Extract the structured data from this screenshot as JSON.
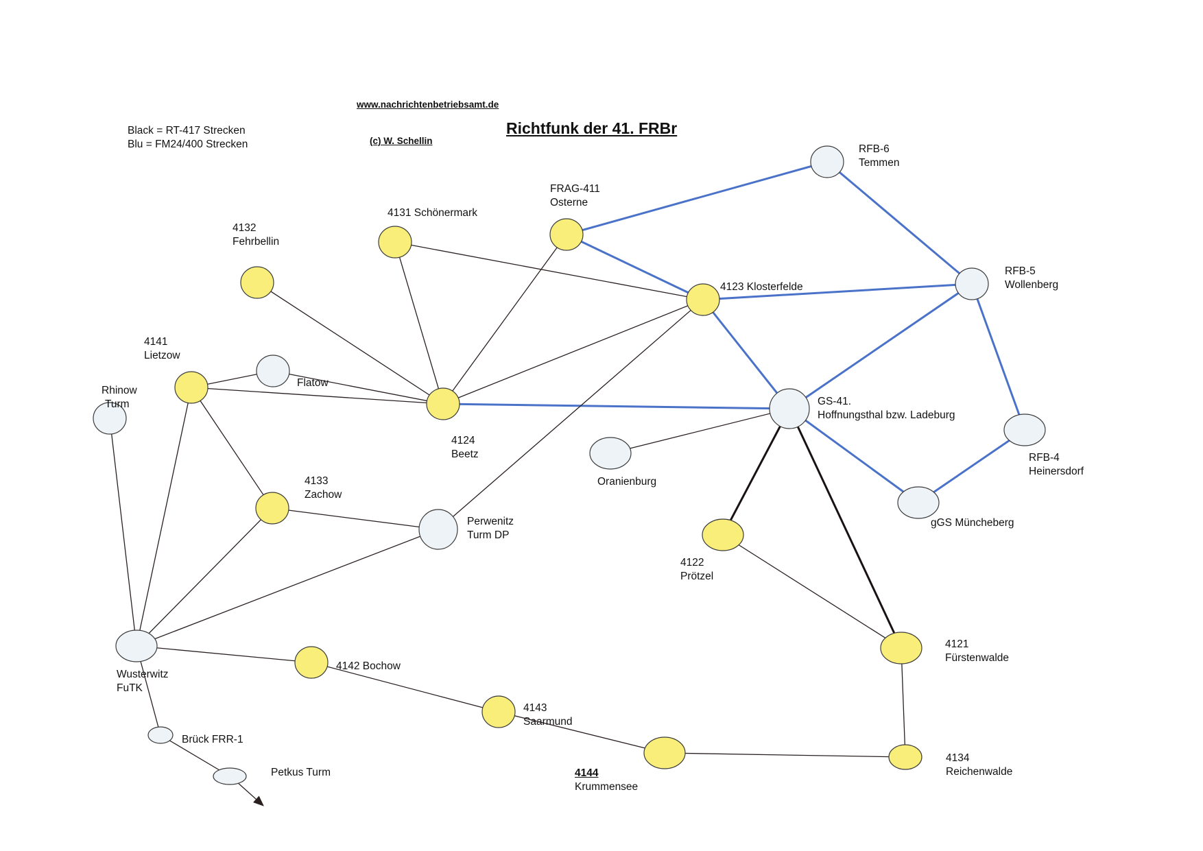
{
  "header": {
    "url": "www.nachrichtenbetriebsamt.de",
    "title": "Richtfunk der 41. FRBr",
    "copyright": "(c) W. Schellin"
  },
  "legend": {
    "line1": "Black = RT-417 Strecken",
    "line2": "Blu = FM24/400 Strecken"
  },
  "colors": {
    "yellow_node": "#f9ee7a",
    "white_node": "#eef3f8",
    "black_link": "#2a2020",
    "blue_link": "#4a72c8"
  },
  "nodes": [
    {
      "id": "rfb6",
      "type": "white",
      "label": [
        "RFB-6",
        "Temmen"
      ]
    },
    {
      "id": "frag411",
      "type": "yellow",
      "label": [
        "FRAG-411",
        "Osterne"
      ]
    },
    {
      "id": "n4131",
      "type": "yellow",
      "label": [
        "4131 Schönermark"
      ]
    },
    {
      "id": "n4132",
      "type": "yellow",
      "label": [
        "4132",
        "Fehrbellin"
      ]
    },
    {
      "id": "n4123",
      "type": "yellow",
      "label": [
        "4123 Klosterfelde"
      ]
    },
    {
      "id": "rfb5",
      "type": "white",
      "label": [
        "RFB-5",
        "Wollenberg"
      ]
    },
    {
      "id": "n4141",
      "type": "yellow",
      "label": [
        "4141",
        "Lietzow"
      ]
    },
    {
      "id": "flatow",
      "type": "white",
      "label": [
        "Flatow"
      ]
    },
    {
      "id": "rhinow",
      "type": "white",
      "label": [
        "Rhinow",
        "Turm"
      ]
    },
    {
      "id": "n4124",
      "type": "yellow",
      "label": [
        "4124",
        "Beetz"
      ]
    },
    {
      "id": "gs41",
      "type": "white",
      "label": [
        "GS-41.",
        "Hoffnungsthal bzw. Ladeburg"
      ]
    },
    {
      "id": "rfb4",
      "type": "white",
      "label": [
        "RFB-4",
        "Heinersdorf"
      ]
    },
    {
      "id": "oranienburg",
      "type": "white",
      "label": [
        "Oranienburg"
      ]
    },
    {
      "id": "muencheberg",
      "type": "white",
      "label": [
        "gGS Müncheberg"
      ]
    },
    {
      "id": "n4133",
      "type": "yellow",
      "label": [
        "4133",
        "Zachow"
      ]
    },
    {
      "id": "perwenitz",
      "type": "white",
      "label": [
        "Perwenitz",
        "Turm DP"
      ]
    },
    {
      "id": "n4122",
      "type": "yellow",
      "label": [
        "4122",
        "Prötzel"
      ]
    },
    {
      "id": "n4121",
      "type": "yellow",
      "label": [
        "4121",
        "Fürstenwalde"
      ]
    },
    {
      "id": "wusterwitz",
      "type": "white",
      "label": [
        "Wusterwitz",
        "FuTK"
      ]
    },
    {
      "id": "n4142",
      "type": "yellow",
      "label": [
        "4142 Bochow"
      ]
    },
    {
      "id": "n4143",
      "type": "yellow",
      "label": [
        "4143",
        "Saarmund"
      ]
    },
    {
      "id": "brueck",
      "type": "white",
      "label": [
        "Brück FRR-1"
      ]
    },
    {
      "id": "petkus",
      "type": "white",
      "label": [
        "Petkus Turm"
      ]
    },
    {
      "id": "n4144",
      "type": "yellow",
      "label": [
        "4144",
        "Krummensee"
      ]
    },
    {
      "id": "n4134",
      "type": "yellow",
      "label": [
        "4134",
        "Reichenwalde"
      ]
    }
  ],
  "edges": [
    {
      "from": "frag411",
      "to": "rfb6",
      "kind": "blue"
    },
    {
      "from": "rfb6",
      "to": "rfb5",
      "kind": "blue"
    },
    {
      "from": "frag411",
      "to": "n4123",
      "kind": "blue"
    },
    {
      "from": "n4123",
      "to": "rfb5",
      "kind": "blue"
    },
    {
      "from": "rfb5",
      "to": "gs41",
      "kind": "blue"
    },
    {
      "from": "rfb5",
      "to": "rfb4",
      "kind": "blue"
    },
    {
      "from": "n4123",
      "to": "gs41",
      "kind": "blue"
    },
    {
      "from": "n4124",
      "to": "gs41",
      "kind": "blue"
    },
    {
      "from": "gs41",
      "to": "muencheberg",
      "kind": "blue"
    },
    {
      "from": "muencheberg",
      "to": "rfb4",
      "kind": "blue"
    },
    {
      "from": "n4131",
      "to": "n4123",
      "kind": "black"
    },
    {
      "from": "n4131",
      "to": "n4124",
      "kind": "black"
    },
    {
      "from": "frag411",
      "to": "n4124",
      "kind": "black"
    },
    {
      "from": "n4132",
      "to": "n4124",
      "kind": "black"
    },
    {
      "from": "n4124",
      "to": "n4123",
      "kind": "black"
    },
    {
      "from": "n4123",
      "to": "perwenitz",
      "kind": "black"
    },
    {
      "from": "n4141",
      "to": "flatow",
      "kind": "black"
    },
    {
      "from": "flatow",
      "to": "n4124",
      "kind": "black"
    },
    {
      "from": "n4141",
      "to": "n4124",
      "kind": "black"
    },
    {
      "from": "n4141",
      "to": "n4133",
      "kind": "black"
    },
    {
      "from": "n4141",
      "to": "wusterwitz",
      "kind": "black"
    },
    {
      "from": "rhinow",
      "to": "wusterwitz",
      "kind": "black"
    },
    {
      "from": "n4133",
      "to": "perwenitz",
      "kind": "black"
    },
    {
      "from": "n4133",
      "to": "wusterwitz",
      "kind": "black"
    },
    {
      "from": "perwenitz",
      "to": "wusterwitz",
      "kind": "black"
    },
    {
      "from": "oranienburg",
      "to": "gs41",
      "kind": "black"
    },
    {
      "from": "gs41",
      "to": "n4122",
      "kind": "black-thick"
    },
    {
      "from": "gs41",
      "to": "n4121",
      "kind": "black-thick"
    },
    {
      "from": "n4122",
      "to": "n4121",
      "kind": "black"
    },
    {
      "from": "n4121",
      "to": "n4134",
      "kind": "black"
    },
    {
      "from": "wusterwitz",
      "to": "n4142",
      "kind": "black"
    },
    {
      "from": "n4142",
      "to": "n4143",
      "kind": "black"
    },
    {
      "from": "n4143",
      "to": "n4144",
      "kind": "black"
    },
    {
      "from": "n4144",
      "to": "n4134",
      "kind": "black"
    },
    {
      "from": "wusterwitz",
      "to": "brueck",
      "kind": "black"
    },
    {
      "from": "brueck",
      "to": "petkus",
      "kind": "black"
    }
  ]
}
